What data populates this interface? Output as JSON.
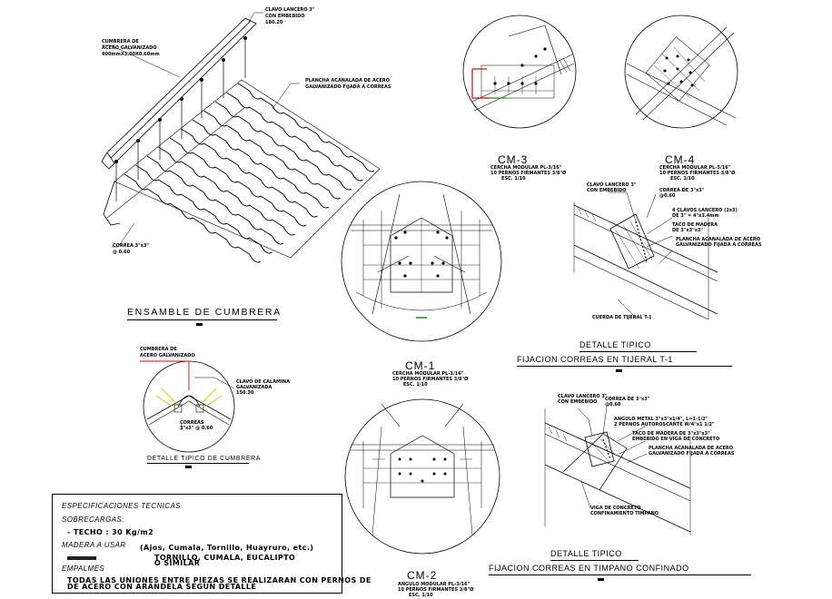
{
  "roof_assembly": {
    "title": "ENSAMBLE DE CUMBRERA",
    "note_cumbrera": [
      "CUMBRERA DE",
      "ACERO GALVANIZADO",
      "400mmX3.00X0.60mm"
    ],
    "note_clavo": [
      "CLAVO LANCERO 3\"",
      "CON EMBEBIDO",
      "180.20"
    ],
    "note_plancha": [
      "PLANCHA ACANALADA DE ACERO",
      "GALVANIZADO FIJADA A CORREAS"
    ],
    "note_correa": [
      "CORREA 3\"x3\"",
      "@ 0.60"
    ]
  },
  "cm3": {
    "title": "CM-3",
    "notes": [
      "CERCHA MODULAR PL-3/16\"",
      "10 PERNOS FIRMANTES 3/8\"Ø",
      "ESC. 1/10"
    ]
  },
  "cm4": {
    "title": "CM-4",
    "notes": [
      "CERCHA MODULAR PL-3/16\"",
      "10 PERNOS FIRMANTES 3/8\"Ø",
      "ESC. 1/10"
    ]
  },
  "cm1": {
    "title": "CM-1",
    "notes": [
      "CERCHA MODULAR PL-3/16\"",
      "10 PERNOS FIRMANTES 3/8\"Ø",
      "ESC. 1/10"
    ]
  },
  "cm2": {
    "title": "CM-2",
    "notes": [
      "ANGULO MODULAR PL-3/16\"",
      "10 PERNOS FIRMANTES 3/8\"Ø",
      "ESC. 1/10"
    ]
  },
  "ridge_detail": {
    "title": "DETALLE TIPICO DE CUMBRERA",
    "note_top": [
      "CUMBRERA DE",
      "ACERO GALVANIZADO"
    ],
    "note_right": [
      "CLAVO DE CALAMINA",
      "GALVANIZADA",
      "150.30"
    ],
    "note_bottom": [
      "CORREAS",
      "3\"x3\" @ 0.60"
    ]
  },
  "detail_t1": {
    "title_1": "DETALLE TIPICO",
    "title_2": "FIJACION CORREAS EN TIJERAL T-1",
    "notes": {
      "clavo": [
        "CLAVO LANCERO 3\"",
        "CON EMBEBIDO"
      ],
      "correa": [
        "CORREA DE 3\"x3\"",
        "@0.60"
      ],
      "clavos": [
        "4 CLAVOS LANCERO (2x3)",
        "DE 3\" = 4\"x3.4mm"
      ],
      "taco": [
        "TACO DE MADERA",
        "DE 3\"x3\"x3\""
      ],
      "plancha": [
        "PLANCHA ACANALADA DE ACERO",
        "GALVANIZADO FIJADA A CORREAS"
      ],
      "cuerda": [
        "CUERDA DE TIJERAL T-1"
      ]
    }
  },
  "detail_timpano": {
    "title_1": "DETALLE TIPICO",
    "title_2": "FIJACION CORREAS EN TIMPANO CONFINADO",
    "notes": {
      "clavo": [
        "CLAVO LANCERO 3\"",
        "CON EMBEBIDO"
      ],
      "correa": [
        "CORREA DE 3\"x3\"",
        "@0.60"
      ],
      "angulo": [
        "ANGULO METAL 3\"x3\"x1/4\", L=1-1/2\"",
        "2 PERNOS AUTOROSCANTE W/4\"x1 1/2\""
      ],
      "taco": [
        "TACO DE MADERA DE 3\"x3\"x3\"",
        "EMBEBIDO EN VIGA DE CONCRETO"
      ],
      "plancha": [
        "PLANCHA ACANALADA DE ACERO",
        "GALVANIZADO FIJADA A CORREAS"
      ],
      "viga": [
        "VIGA DE CONCRETO",
        "CONFINAMIENTO TIMPANO"
      ]
    }
  },
  "specs": {
    "title": "ESPECIFICACIONES TECNICAS",
    "sobrecargas": "SOBRECARGAS:",
    "techo": "- TECHO : 30 Kg/m2",
    "madera": "MADERA A USAR",
    "madera_detail": "(Ajos, Cumala, Tornillo, Huayruro, etc.)",
    "empalmes": "EMPALMES",
    "pernos_detail": [
      "TORNILLO, CUMALA, EUCALIPTO",
      "O SIMILAR"
    ],
    "note": [
      "TODAS LAS UNIONES ENTRE PIEZAS SE REALIZARAN CON PERNOS DE",
      "DE ACERO CON ARANDELA SEGUN DETALLE"
    ]
  }
}
